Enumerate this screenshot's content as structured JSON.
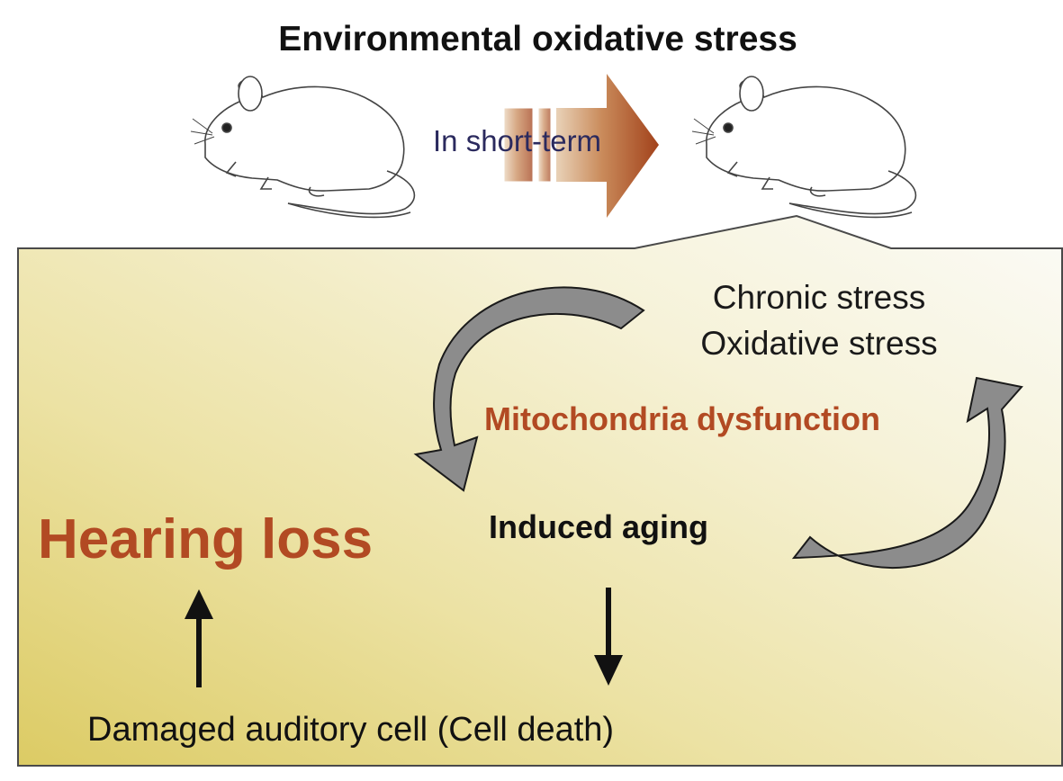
{
  "title": "Environmental oxidative stress",
  "transition_label": "In short-term",
  "chronic_stress": "Chronic stress\nOxidative stress",
  "mitochondria": "Mitochondria dysfunction",
  "induced_aging": "Induced aging",
  "hearing_loss": "Hearing loss",
  "damaged_cell": "Damaged auditory cell (Cell death)",
  "colors": {
    "accent_red": "#b24a23",
    "panel_yellow": "#e3d57a",
    "arrow_gray": "#8c8c8c",
    "label_navy": "#2b2a5e"
  },
  "icons": [
    "mouse-icon",
    "mouse-icon",
    "transition-arrow-icon",
    "cycle-arrow-icon",
    "cycle-arrow-icon",
    "up-arrow-icon",
    "down-arrow-icon"
  ]
}
